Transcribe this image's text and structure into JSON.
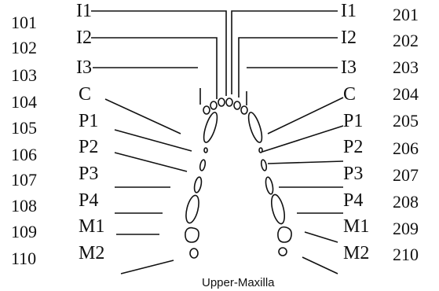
{
  "caption": "Upper-Maxilla",
  "left_numbers": [
    "101",
    "102",
    "103",
    "104",
    "105",
    "106",
    "107",
    "108",
    "109",
    "110"
  ],
  "left_labels": [
    "I1",
    "I2",
    "I3",
    "C",
    "P1",
    "P2",
    "P3",
    "P4",
    "M1",
    "M2"
  ],
  "right_numbers": [
    "201",
    "202",
    "203",
    "204",
    "205",
    "206",
    "207",
    "208",
    "209",
    "210"
  ],
  "right_labels": [
    "I1",
    "I2",
    "I3",
    "C",
    "P1",
    "P2",
    "P3",
    "P4",
    "M1",
    "M2"
  ]
}
